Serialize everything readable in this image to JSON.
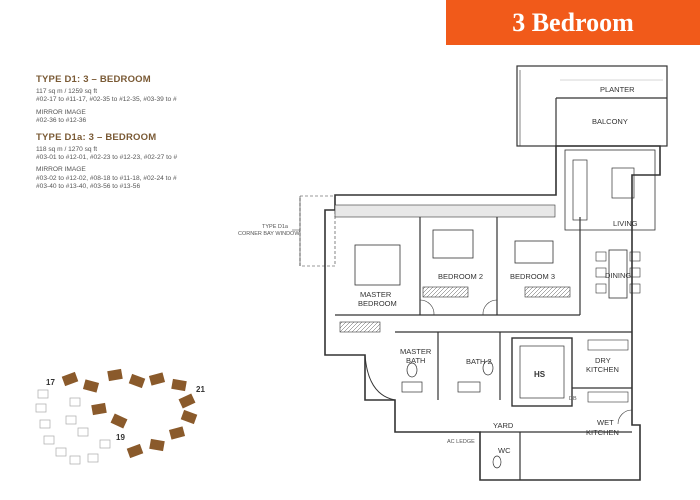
{
  "badge": {
    "label": "3 Bedroom"
  },
  "unit_info": {
    "type_d1": {
      "title": "TYPE D1: 3 – BEDROOM",
      "area": "117 sq m / 1259 sq ft",
      "units": "#02-17 to #11-17, #02-35 to #12-35, #03-39 to #",
      "mirror_title": "MIRROR IMAGE",
      "mirror_units": "#02-36 to #12-36"
    },
    "type_d1a": {
      "title": "TYPE D1a: 3 – BEDROOM",
      "area": "118 sq m / 1270 sq ft",
      "units": "#03-01 to #12-01, #02-23 to #12-23, #02-27 to #",
      "mirror_title": "MIRROR IMAGE",
      "mirror_units_1": "#03-02 to #12-02, #08-18 to #11-18, #02-24 to #",
      "mirror_units_2": "#03-40 to #13-40, #03-56 to #13-56"
    }
  },
  "floor_plan": {
    "rooms": {
      "planter": "PLANTER",
      "balcony": "BALCONY",
      "living": "LIVING",
      "dining": "DINING",
      "bedroom2": "BEDROOM 2",
      "bedroom3": "BEDROOM 3",
      "master_bedroom_1": "MASTER",
      "master_bedroom_2": "BEDROOM",
      "master_bath_1": "MASTER",
      "master_bath_2": "BATH",
      "bath2": "BATH 2",
      "hs": "HS",
      "dry_kitchen_1": "DRY",
      "dry_kitchen_2": "KITCHEN",
      "wet_kitchen_1": "WET",
      "wet_kitchen_2": "KITCHEN",
      "yard": "YARD",
      "wc": "WC",
      "db": "DB",
      "ac_ledge": "AC LEDGE"
    },
    "window_note_1": "TYPE D1a",
    "window_note_2": "CORNER BAY WINDOW"
  },
  "key_plan": {
    "labels": [
      "17",
      "19",
      "21"
    ],
    "highlight_color": "#8a5a2b"
  }
}
